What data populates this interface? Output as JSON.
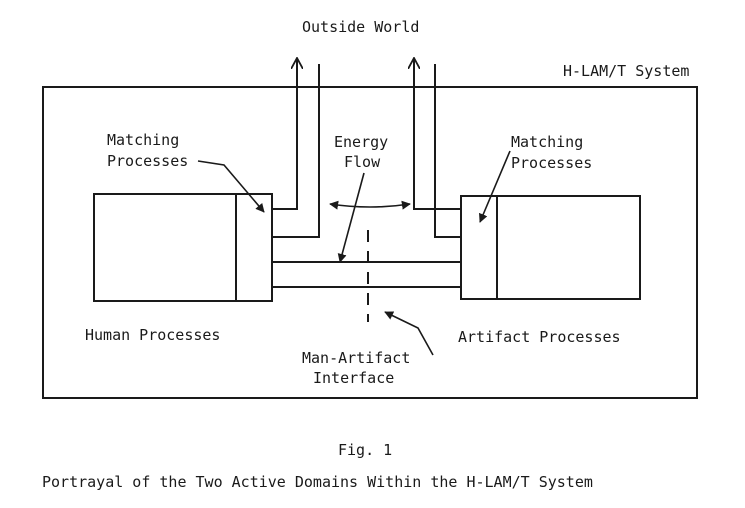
{
  "labels": {
    "outside_world": "Outside World",
    "system": "H-LAM/T System",
    "matching_left_1": "Matching",
    "matching_left_2": "Processes",
    "energy_1": "Energy",
    "energy_2": "Flow",
    "matching_right_1": "Matching",
    "matching_right_2": "Processes",
    "human": "Human Processes",
    "artifact": "Artifact Processes",
    "interface_1": "Man-Artifact",
    "interface_2": "Interface"
  },
  "caption": {
    "fig": "Fig. 1",
    "title": "Portrayal of the Two Active Domains Within the H-LAM/T System"
  }
}
